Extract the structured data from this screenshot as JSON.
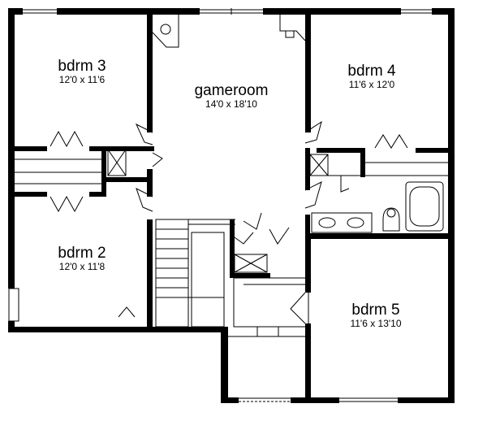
{
  "rooms": [
    {
      "id": "bdrm3",
      "name": "bdrm 3",
      "dims": "12'0 x 11'6"
    },
    {
      "id": "gameroom",
      "name": "gameroom",
      "dims": "14'0 x 18'10"
    },
    {
      "id": "bdrm4",
      "name": "bdrm 4",
      "dims": "11'6 x 12'0"
    },
    {
      "id": "bdrm2",
      "name": "bdrm 2",
      "dims": "12'0 x 11'8"
    },
    {
      "id": "bdrm5",
      "name": "bdrm 5",
      "dims": "11'6 x 13'10"
    }
  ],
  "colors": {
    "wall": "#000000",
    "line": "#000000",
    "background": "#ffffff"
  }
}
